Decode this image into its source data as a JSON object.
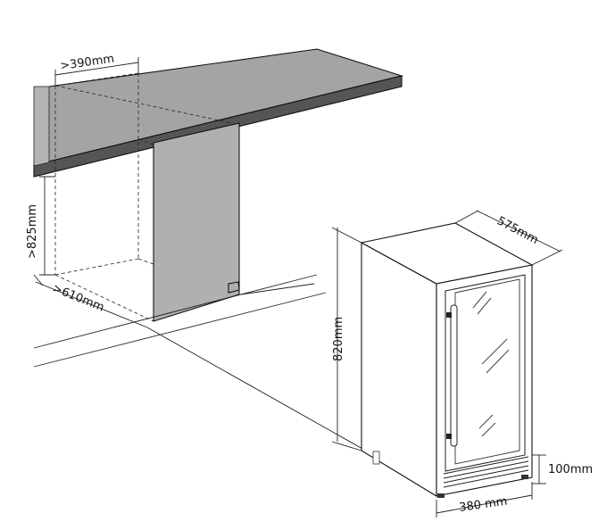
{
  "diagram": {
    "dimensions": {
      "niche_width": ">390mm",
      "niche_height": ">825mm",
      "niche_depth": ">610mm",
      "unit_height": "820mm",
      "unit_depth": "575mm",
      "unit_width": "380 mm",
      "plinth_height": "100mm"
    },
    "colors": {
      "countertop_top": "#a4a4a4",
      "countertop_edge": "#555555",
      "cabinet_side": "#b0b0b0",
      "outline": "#111111"
    }
  }
}
